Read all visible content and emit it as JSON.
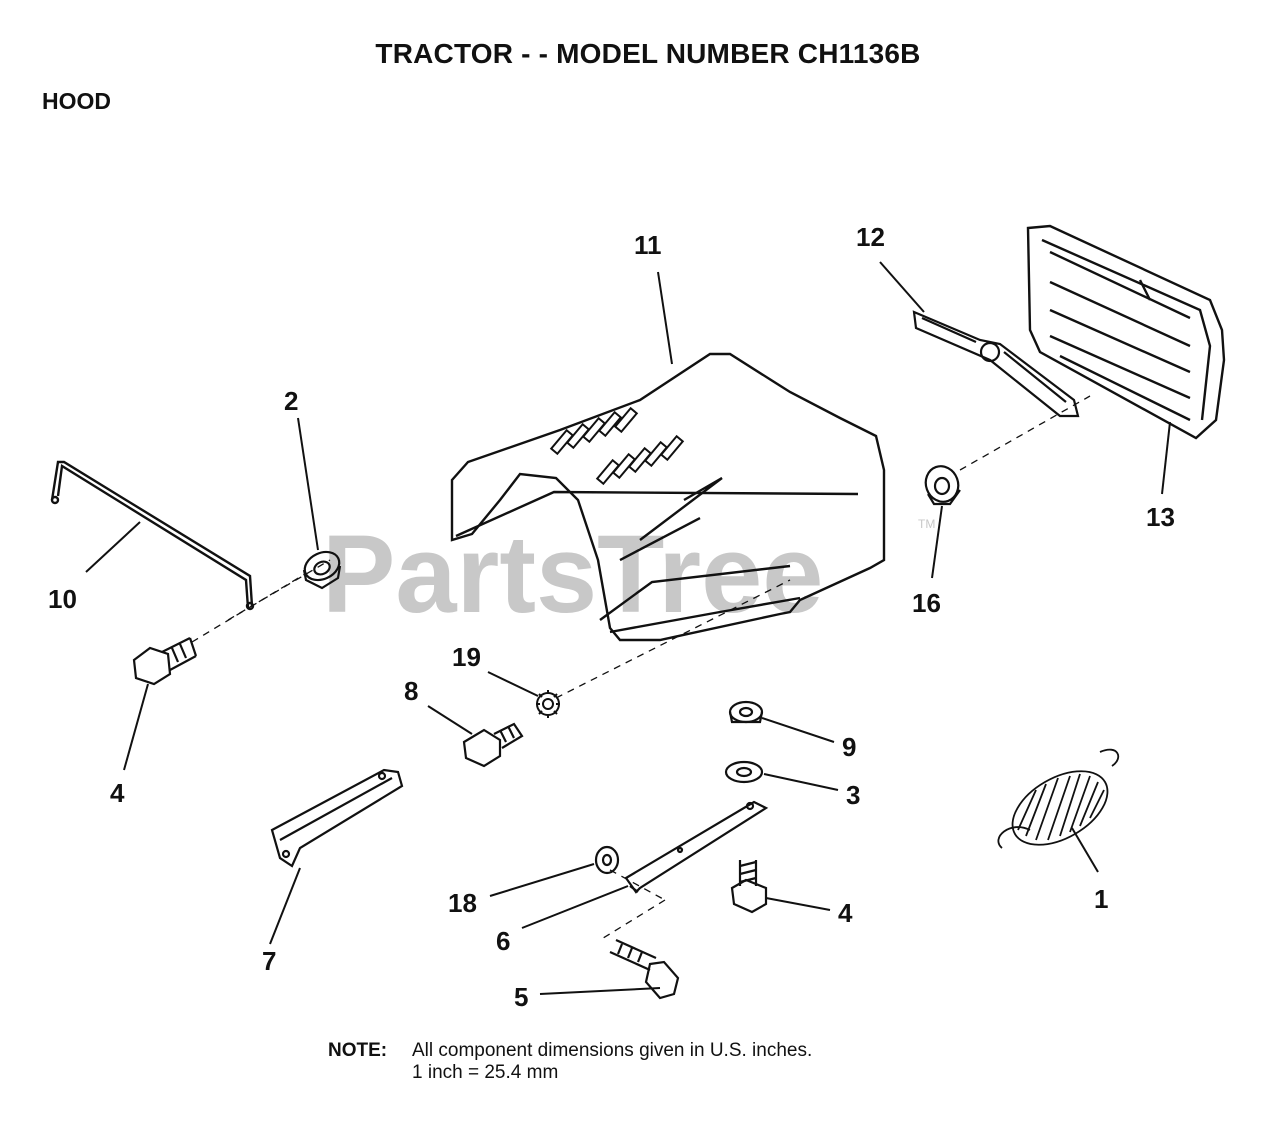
{
  "header": {
    "title": "TRACTOR - - MODEL NUMBER CH1136B",
    "section": "HOOD"
  },
  "watermark": {
    "text": "PartsTree",
    "mark": "TM"
  },
  "callouts": {
    "c1": "1",
    "c2": "2",
    "c3": "3",
    "c4a": "4",
    "c4b": "4",
    "c5": "5",
    "c6": "6",
    "c7": "7",
    "c8": "8",
    "c9": "9",
    "c10": "10",
    "c11": "11",
    "c12": "12",
    "c13": "13",
    "c16": "16",
    "c18": "18",
    "c19": "19"
  },
  "note": {
    "label": "NOTE:",
    "line1": "All component dimensions given in U.S. inches.",
    "line2": "1 inch = 25.4 mm"
  },
  "colors": {
    "line": "#111111",
    "watermark": "#c8c8c8",
    "background": "#ffffff"
  }
}
